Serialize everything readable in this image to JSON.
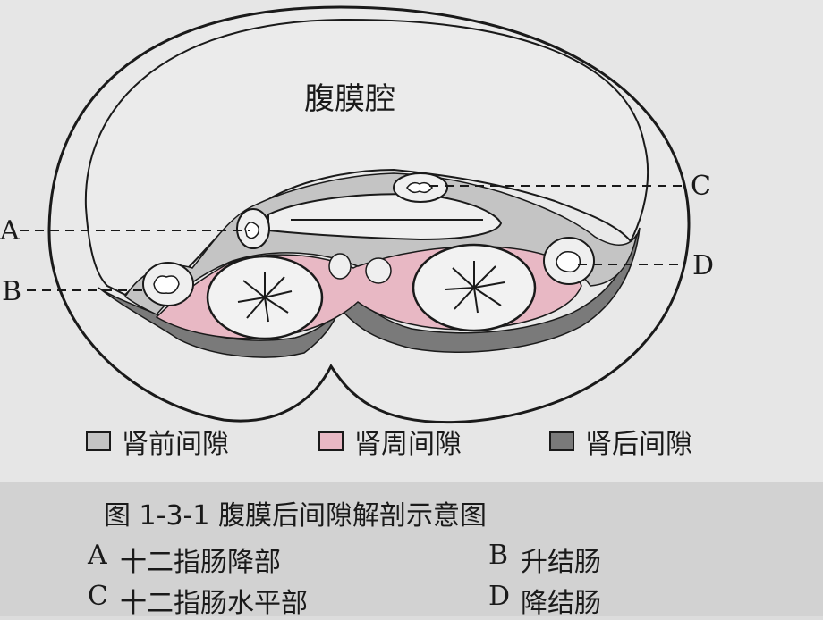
{
  "diagram": {
    "cavity_label": "腹膜腔",
    "pointer_labels": {
      "A": "A",
      "B": "B",
      "C": "C",
      "D": "D"
    }
  },
  "legend": [
    {
      "label": "肾前间隙",
      "color": "#c4c4c4"
    },
    {
      "label": "肾周间隙",
      "color": "#e8b8c4"
    },
    {
      "label": "肾后间隙",
      "color": "#7a7a7a"
    }
  ],
  "caption": {
    "title": "图 1-3-1  腹膜后间隙解剖示意图"
  },
  "key": [
    {
      "letter": "A",
      "text": "十二指肠降部"
    },
    {
      "letter": "B",
      "text": "升结肠"
    },
    {
      "letter": "C",
      "text": "十二指肠水平部"
    },
    {
      "letter": "D",
      "text": "降结肠"
    }
  ],
  "colors": {
    "anterior": "#c4c4c4",
    "perirenal": "#e8b8c4",
    "posterior": "#7a7a7a",
    "background": "#e6e6e6"
  }
}
